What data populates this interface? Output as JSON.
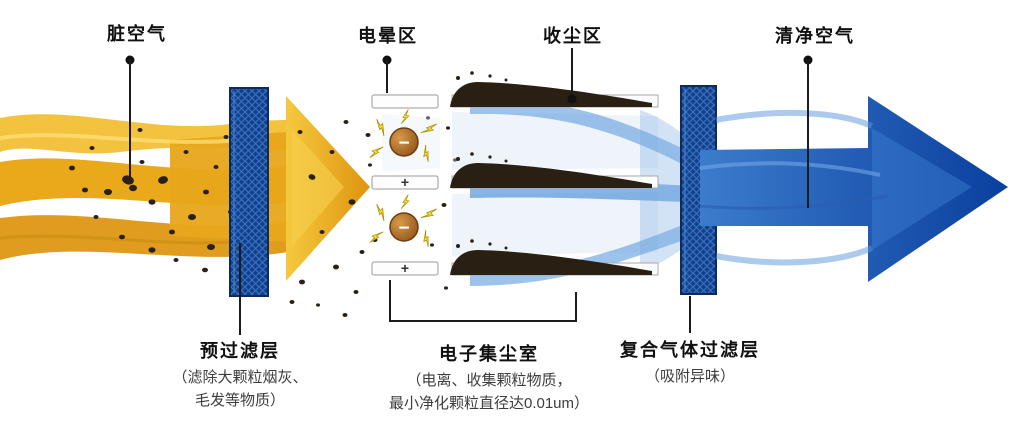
{
  "callouts": {
    "dirty_air": "脏空气",
    "corona_zone": "电晕区",
    "dust_zone": "收尘区",
    "clean_air": "清净空气"
  },
  "components": {
    "pre_filter": {
      "title": "预过滤层",
      "desc_line1": "（滤除大颗粒烟灰、",
      "desc_line2": "毛发等物质）"
    },
    "dust_chamber": {
      "title": "电子集尘室",
      "desc_line1": "（电离、收集颗粒物质，",
      "desc_line2": "最小净化颗粒直径达0.01um）"
    },
    "composite_filter": {
      "title": "复合气体过滤层",
      "desc_line1": "（吸附异味）"
    }
  },
  "symbols": {
    "plus": "+",
    "minus": "−"
  },
  "colors": {
    "dirty_flow": "#e8a71a",
    "clean_flow": "#1254b0",
    "filter_panel": "#134189",
    "dust": "#292013",
    "spark": "#f3e23a",
    "callout_line": "#1c1c1c"
  }
}
